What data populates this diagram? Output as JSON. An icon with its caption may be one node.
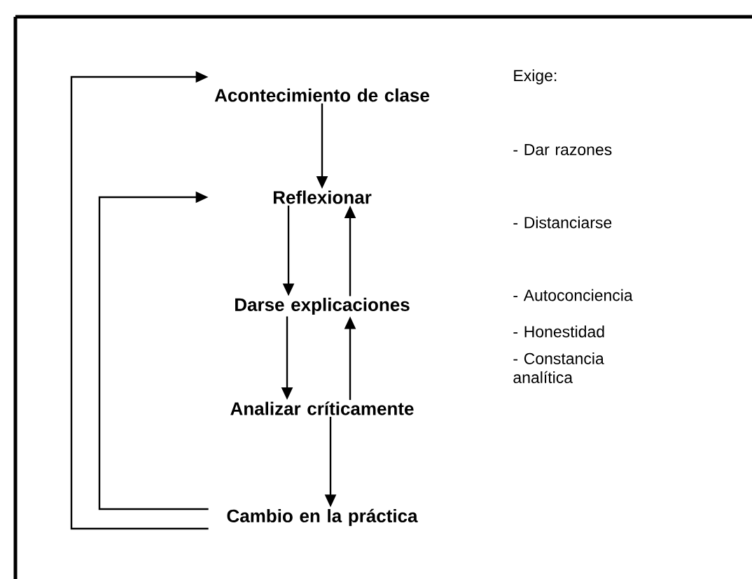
{
  "diagram": {
    "nodes": [
      {
        "text": [
          "Acontecimiento de clase"
        ]
      },
      {
        "text": [
          "Reflexionar"
        ]
      },
      {
        "text": [
          "Darse explicaciones"
        ]
      },
      {
        "text": [
          "Analizar críticamente"
        ]
      },
      {
        "text": [
          "Cambio en la práctica"
        ]
      }
    ],
    "edges": [
      {
        "from": 0,
        "to": 1,
        "arrow": "to"
      },
      {
        "from": 1,
        "to": 2,
        "arrow": "to"
      },
      {
        "from": 2,
        "to": 1,
        "arrow": "to"
      },
      {
        "from": 2,
        "to": 3,
        "arrow": "to"
      },
      {
        "from": 3,
        "to": 2,
        "arrow": "to"
      },
      {
        "from": 3,
        "to": 4,
        "arrow": "to"
      },
      {
        "from": 4,
        "to": 1,
        "arrow": "to"
      },
      {
        "from": 4,
        "to": 0,
        "arrow": "to"
      }
    ],
    "labels": [
      "Exige:",
      "- Dar razones",
      "- Distanciarse",
      "- Autoconciencia",
      "- Honestidad",
      "- Constancia analítica"
    ]
  }
}
